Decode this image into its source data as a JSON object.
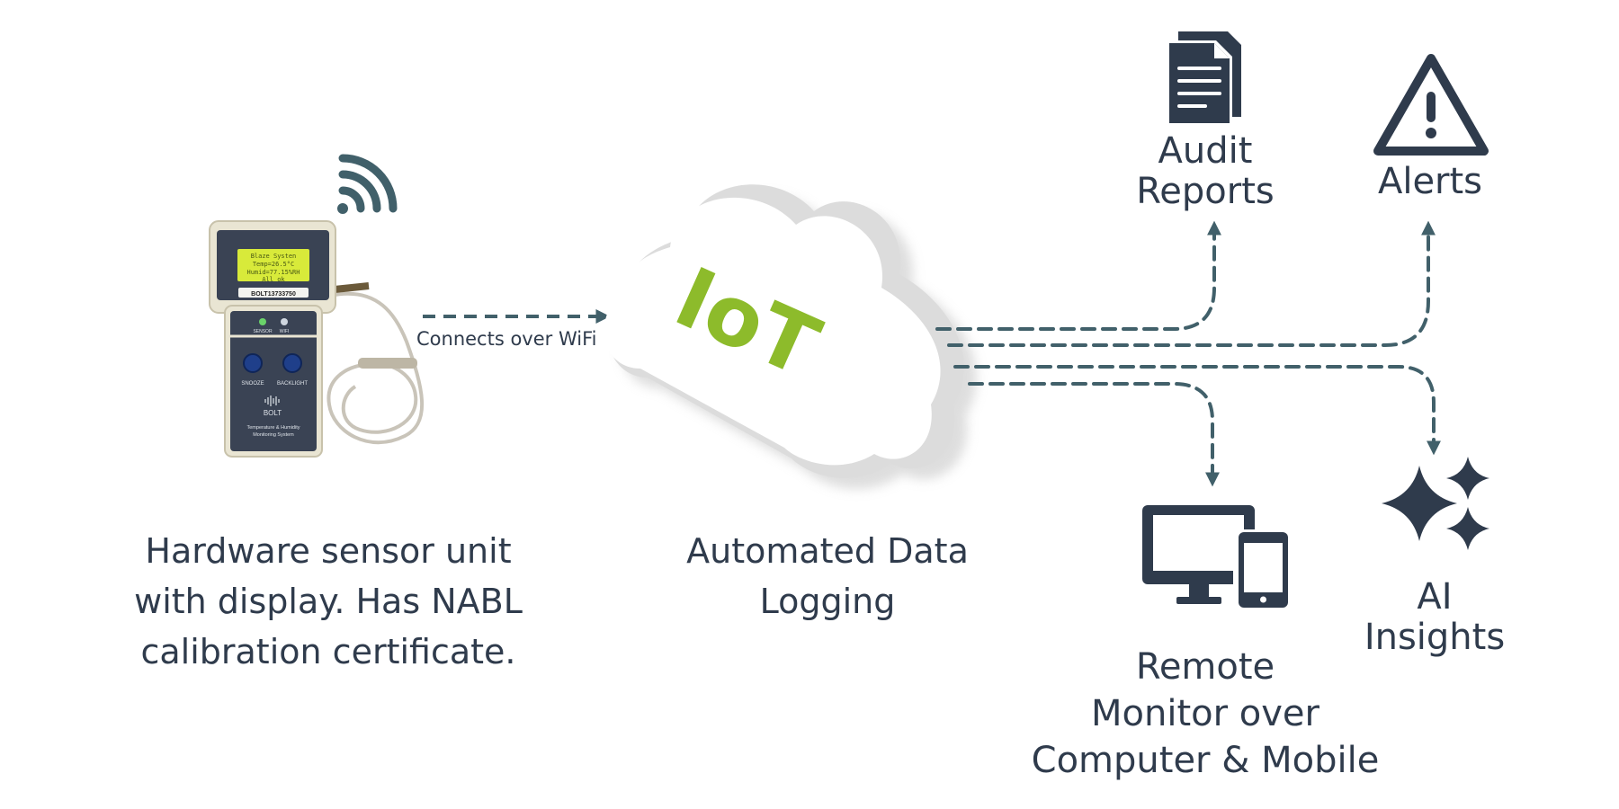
{
  "device": {
    "screen_lines": [
      "Blaze Systen",
      "Temp=26.5°C",
      "Humid=77.15%RH",
      "All ok"
    ],
    "serial": "BOLT13733750",
    "led_labels": [
      "SENSOR",
      "WIFI"
    ],
    "button_labels": [
      "SNOOZE",
      "BACKLIGHT"
    ],
    "brand": "BOLT",
    "product_lines": [
      "Temperature & Humidity",
      "Monitoring System"
    ]
  },
  "connection_label": "Connects over WiFi",
  "cloud_label": "IoT",
  "captions": {
    "hardware": [
      "Hardware sensor unit",
      "with display. Has NABL",
      "calibration certificate."
    ],
    "logging": [
      "Automated Data",
      "Logging"
    ]
  },
  "outputs": {
    "audit": [
      "Audit",
      "Reports"
    ],
    "alerts": [
      "Alerts"
    ],
    "remote": [
      "Remote",
      "Monitor over",
      "Computer & Mobile"
    ],
    "ai": [
      "AI",
      "Insights"
    ]
  },
  "colors": {
    "text": "#2f3b4c",
    "arrow": "#41606a",
    "icon": "#2f3b4c",
    "iot_green": "#8dbb2b",
    "cloud_shadow": "#d9d9d9",
    "lcd": "#d8ea3a"
  },
  "icons": [
    "wifi-icon",
    "document-icon",
    "warning-icon",
    "monitor-phone-icon",
    "sparkles-icon"
  ]
}
